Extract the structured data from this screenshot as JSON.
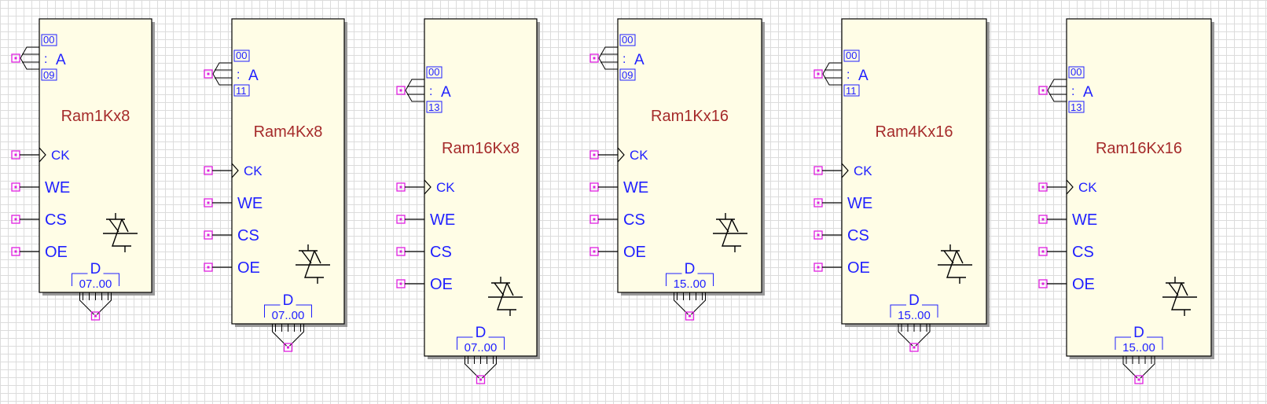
{
  "colors": {
    "body_fill": "#fffde6",
    "body_stroke": "#000000",
    "shadow": "#9a9a9a",
    "label": "#1f1fff",
    "name": "#a52a2a",
    "port": "#e020e0"
  },
  "pins": {
    "clock": "CK",
    "write_enable": "WE",
    "chip_select": "CS",
    "output_enable": "OE",
    "address": "A",
    "address_dots": ":",
    "data": "D"
  },
  "components": [
    {
      "name": "Ram1Kx8",
      "addr_start": "00",
      "addr_end": "09",
      "data_range": "07..00"
    },
    {
      "name": "Ram4Kx8",
      "addr_start": "00",
      "addr_end": "11",
      "data_range": "07..00"
    },
    {
      "name": "Ram16Kx8",
      "addr_start": "00",
      "addr_end": "13",
      "data_range": "07..00"
    },
    {
      "name": "Ram1Kx16",
      "addr_start": "00",
      "addr_end": "09",
      "data_range": "15..00"
    },
    {
      "name": "Ram4Kx16",
      "addr_start": "00",
      "addr_end": "11",
      "data_range": "15..00"
    },
    {
      "name": "Ram16Kx16",
      "addr_start": "00",
      "addr_end": "13",
      "data_range": "15..00"
    }
  ]
}
